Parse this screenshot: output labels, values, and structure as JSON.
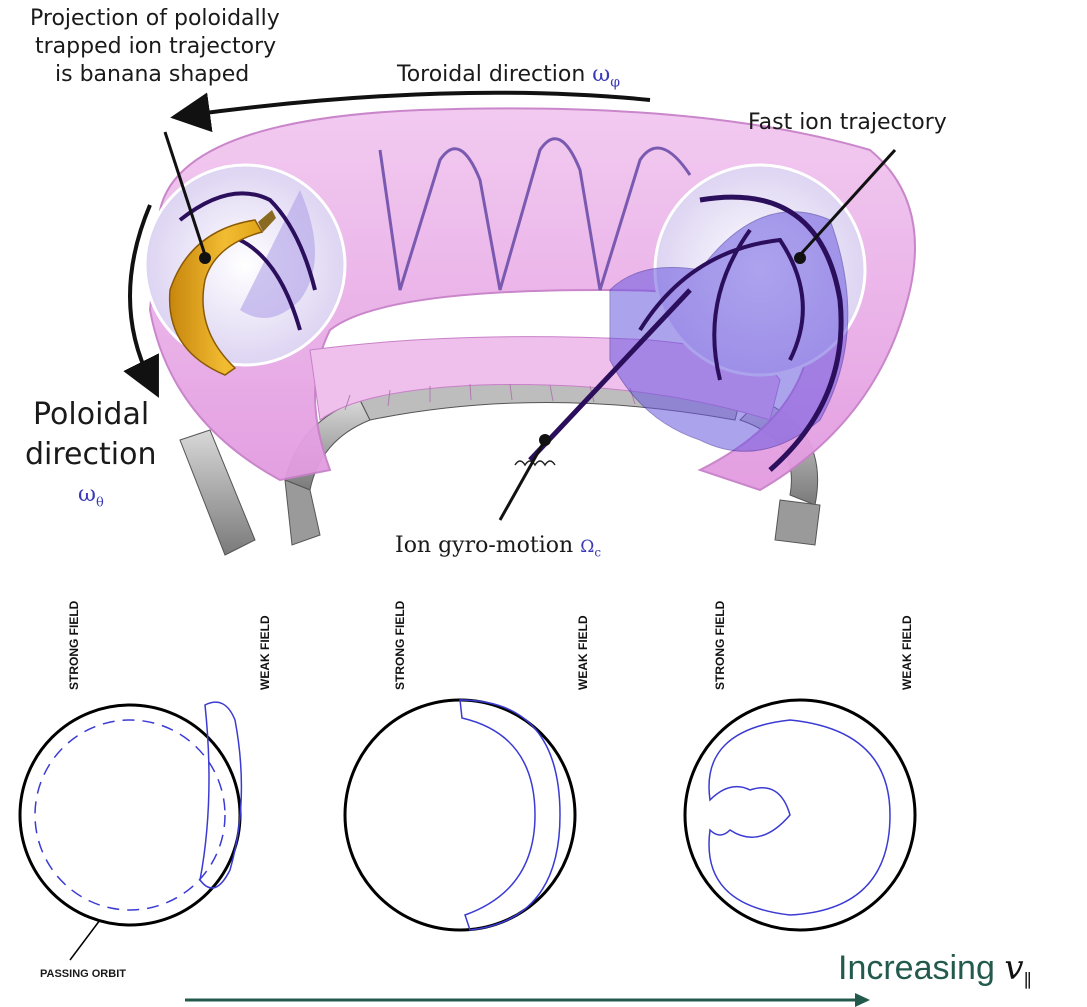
{
  "labels": {
    "projection_line1": "Projection of poloidally",
    "projection_line2": "trapped ion trajectory",
    "projection_line3": "is banana shaped",
    "toroidal_text": "Toroidal direction",
    "toroidal_symbol": "ω",
    "toroidal_subscript": "φ",
    "fast_ion": "Fast ion trajectory",
    "poloidal_line1": "Poloidal",
    "poloidal_line2": "direction",
    "poloidal_symbol": "ω",
    "poloidal_subscript": "θ",
    "gyro_text": "Ion gyro-motion",
    "gyro_symbol": "Ω",
    "gyro_subscript": "c"
  },
  "orbits": [
    {
      "strong": "STRONG FIELD",
      "weak": "WEAK  FIELD"
    },
    {
      "strong": "STRONG FIELD",
      "weak": "WEAK  FIELD"
    },
    {
      "strong": "STRONG FIELD",
      "weak": "WEAK  FIELD"
    }
  ],
  "passing_orbit": "PASSING ORBIT",
  "increasing_text": "Increasing",
  "increasing_symbol": "v",
  "increasing_subscript": "∥",
  "colors": {
    "torus_pink": "#e6a6e6",
    "trajectory_dark": "#2b0f5c",
    "trajectory_mid": "#7a5ab0",
    "orbit_blue": "#3b3bd4",
    "arrow_green": "#245a4e",
    "banana": "#e6a81c"
  }
}
